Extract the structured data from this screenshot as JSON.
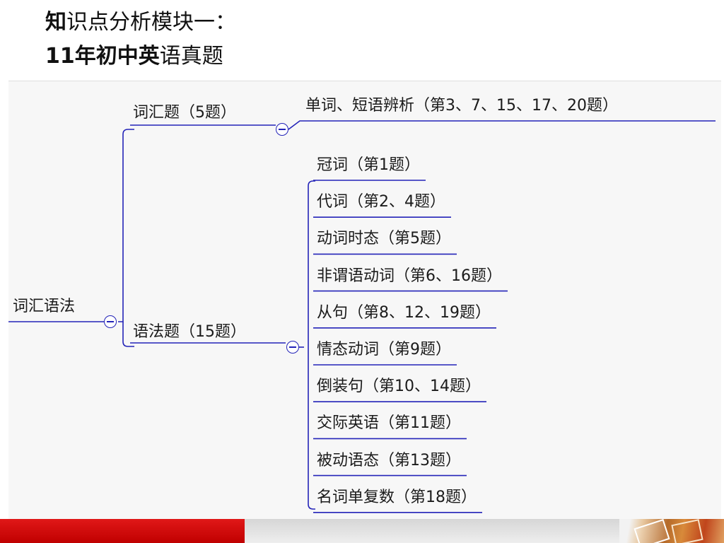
{
  "title": {
    "line1_bold": "知",
    "line1_rest": "识点分析模块一：",
    "line2_bold": "11年初中英",
    "line2_rest": "语真题"
  },
  "mindmap": {
    "root": "词汇语法",
    "vocab_branch": "词汇题（5题）",
    "vocab_items": [
      "单词、短语辨析（第3、7、15、17、20题）"
    ],
    "grammar_branch": "语法题（15题）",
    "grammar_items": [
      "冠词（第1题）",
      "代词（第2、4题）",
      "动词时态（第5题）",
      "非谓语动词（第6、16题）",
      "从句（第8、12、19题）",
      "情态动词（第9题）",
      "倒装句（第10、14题）",
      "交际英语（第11题）",
      "被动语态（第13题）",
      "名词单复数（第18题）"
    ]
  },
  "colors": {
    "line": "#2323b8",
    "footer_red": "#d40000",
    "footer_grey": "#e2e2e2"
  },
  "icons": {
    "collapse_toggle": "circle-minus-icon"
  }
}
